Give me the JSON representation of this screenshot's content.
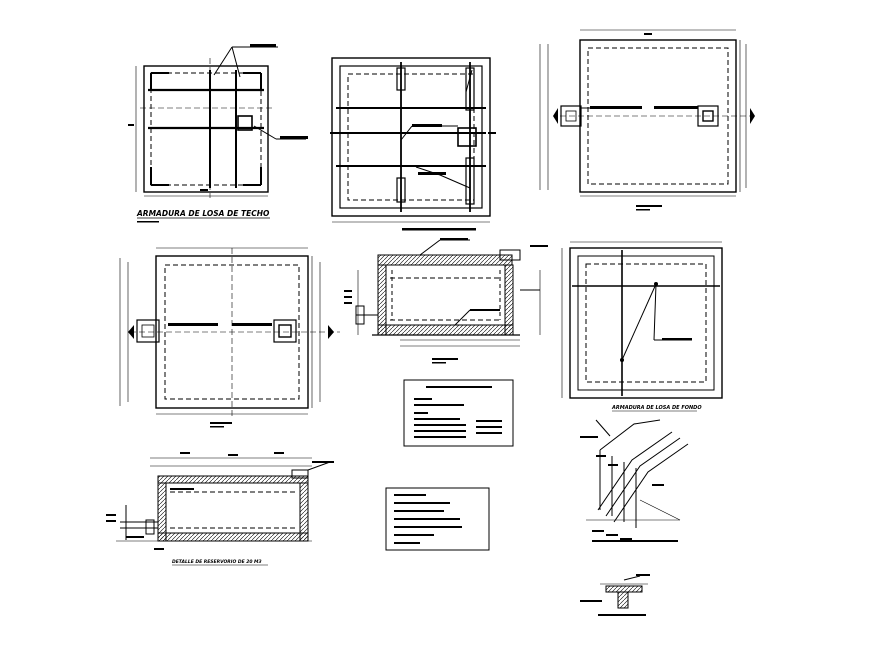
{
  "sheet": {
    "background": "#ffffff",
    "line_color": "#000000",
    "titles": {
      "roof_slab": "ARMADURA DE LOSA DE TECHO",
      "bottom_slab": "ARMADURA DE LOSA DE FONDO",
      "section_detail": "DETALLE DE RESERVORIO DE 20 M3"
    }
  }
}
